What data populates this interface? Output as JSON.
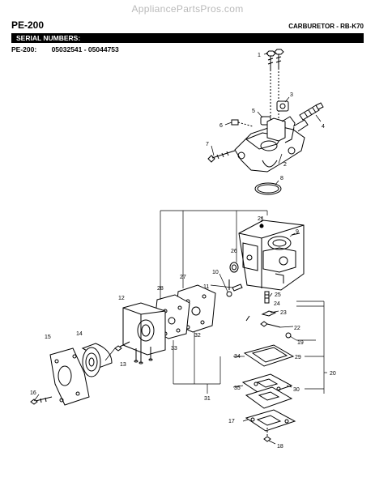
{
  "watermark": "AppliancePartsPros.com",
  "header": {
    "model": "PE-200",
    "part_title": "CARBURETOR - RB-K70"
  },
  "serial": {
    "heading": "SERIAL NUMBERS:",
    "model_label": "PE-200:",
    "range": "05032541 - 05044753"
  },
  "callouts": {
    "c1": "1",
    "c2": "2",
    "c3": "3",
    "c4": "4",
    "c5": "5",
    "c6": "6",
    "c7": "7",
    "c8": "8",
    "c9": "9",
    "c10": "10",
    "c11": "11",
    "c12": "12",
    "c13": "13",
    "c14": "14",
    "c15": "15",
    "c16": "16",
    "c17": "17",
    "c18": "18",
    "c19": "19",
    "c20": "20",
    "c21": "21",
    "c22": "22",
    "c23": "23",
    "c24": "24",
    "c25": "25",
    "c26": "26",
    "c27": "27",
    "c28": "28",
    "c29": "29",
    "c30": "30",
    "c31": "31",
    "c32": "32",
    "c33": "33",
    "c34": "34",
    "c35": "35"
  }
}
